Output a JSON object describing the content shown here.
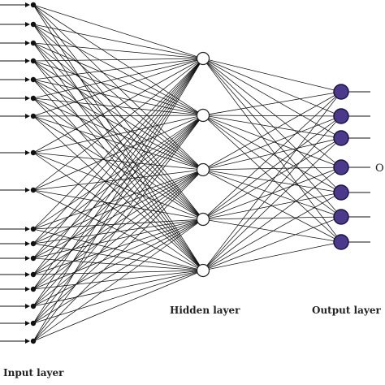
{
  "diagram": {
    "layers": {
      "input": {
        "label": "Input layer",
        "node_count": 17
      },
      "hidden": {
        "label": "Hidden layer",
        "node_count": 5
      },
      "output": {
        "label": "Output layer",
        "node_count": 7
      }
    },
    "output_annotation": "O",
    "colors": {
      "edge": "#111111",
      "input_node": "#111111",
      "hidden_node_fill": "#ffffff",
      "hidden_node_stroke": "#222222",
      "output_node_fill": "#4b3a8c",
      "output_node_stroke": "#1e1540"
    }
  }
}
